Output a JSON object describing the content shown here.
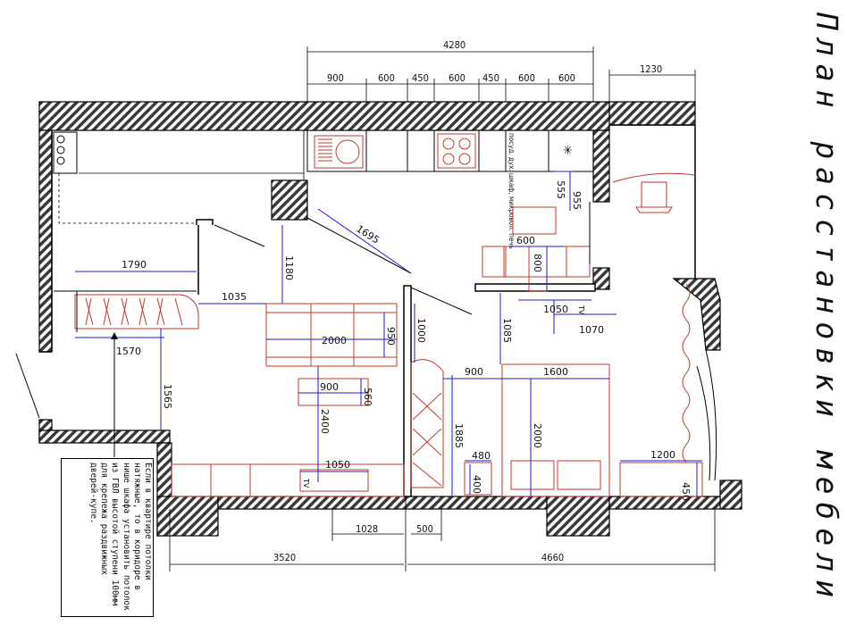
{
  "title": "План расстановки мебели",
  "note": "Если в квартире потолки натяжные, то в коридоре в нише шкафа установить потолок из ГВЛ высотой ступени 100мм для крепежа раздвижных дверей-купе.",
  "dimensions": {
    "top_total": "4280",
    "top_900": "900",
    "top_600a": "600",
    "top_450a": "450",
    "top_600b": "600",
    "top_450b": "450",
    "top_600c": "600",
    "top_600d": "600",
    "top_right": "1230",
    "bottom_left": "3520",
    "bottom_right": "4660",
    "bottom_1028": "1028",
    "bottom_500": "500"
  },
  "labels": {
    "d1790": "1790",
    "d1570": "1570",
    "d1565": "1565",
    "d1035": "1035",
    "d1180": "1180",
    "d1695": "1695",
    "d2000_sofa": "2000",
    "d950": "950",
    "d900_table": "900",
    "d560": "560",
    "d2400": "2400",
    "d1050_tv": "1050",
    "d1000": "1000",
    "d1085": "1085",
    "d1050_tv2": "1050",
    "d1070": "1070",
    "d600": "600",
    "d800": "800",
    "d555": "555",
    "d955": "955",
    "d900_bed": "900",
    "d1600": "1600",
    "d1885": "1885",
    "d2000_bed": "2000",
    "d480": "480",
    "d400": "400",
    "d1200": "1200",
    "d450": "450",
    "tv1": "TV",
    "tv2": "TV",
    "kitchen_appliances": "посуд. дух. шкаф, микровол. печь"
  }
}
